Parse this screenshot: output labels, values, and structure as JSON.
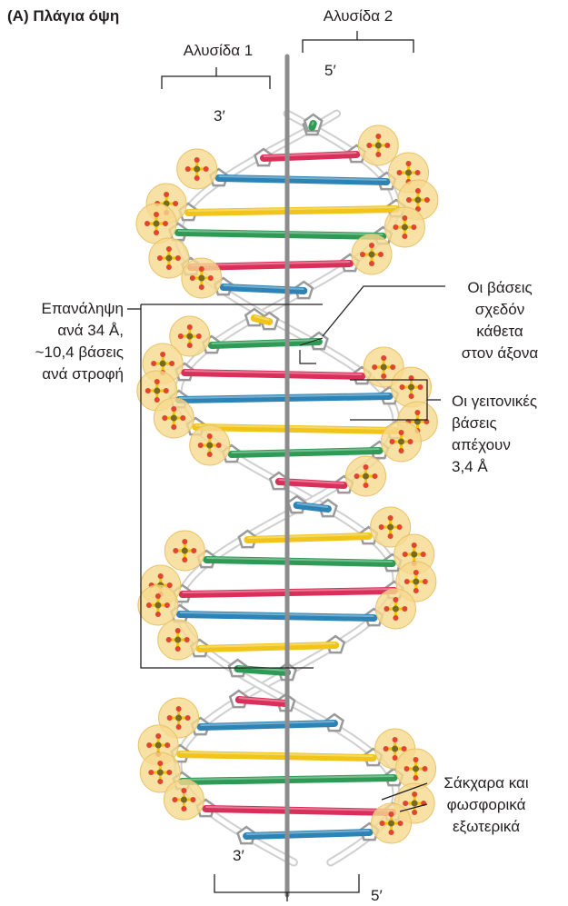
{
  "title": "(A) Πλάγια όψη",
  "strand1_label": "Αλυσίδα 1",
  "strand2_label": "Αλυσίδα 2",
  "end_top_left": "3′",
  "end_top_right": "5′",
  "end_bottom_left": "3′",
  "end_bottom_right": "5′",
  "repeat_label": {
    "line1": "Επανάληψη",
    "line2": "ανά 34 Å,",
    "line3": "~10,4 βάσεις",
    "line4": "ανά στροφή"
  },
  "perpendicular_label": {
    "line1": "Οι βάσεις",
    "line2": "σχεδόν",
    "line3": "κάθετα",
    "line4": "στον άξονα"
  },
  "spacing_label": {
    "line1": "Οι γειτονικές",
    "line2": "βάσεις",
    "line3": "απέχουν",
    "line4": "3,4 Å"
  },
  "backbone_label": {
    "line1": "Σάκχαρα και",
    "line2": "φωσφορικά",
    "line3": "εξωτερικά"
  },
  "colors": {
    "axis": "#8c8c8c",
    "phosphate_sphere": "#f6d98e",
    "phosphorus": "#f2c500",
    "oxygen": "#e0452f",
    "base_green": "#2e9a55",
    "base_red": "#d9305a",
    "base_blue": "#2d83b5",
    "base_yellow": "#f0c419",
    "sugar_ring": "#ffffff",
    "line": "#231f20"
  }
}
